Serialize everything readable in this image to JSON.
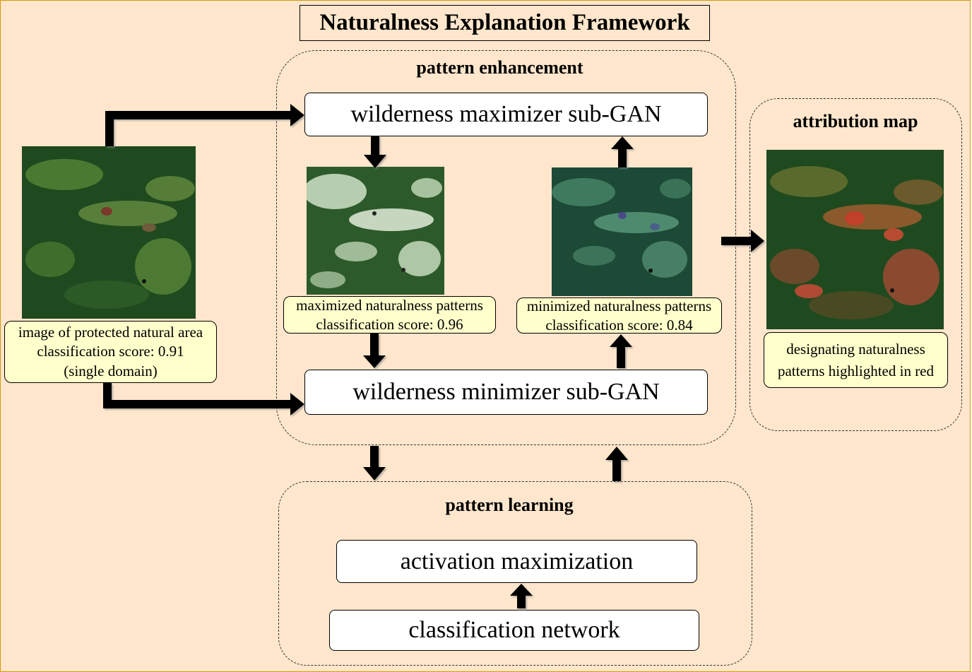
{
  "title": "Naturalness Explanation Framework",
  "pattern_enhancement": {
    "label": "pattern enhancement",
    "maximizer": "wilderness maximizer sub-GAN",
    "minimizer": "wilderness minimizer sub-GAN",
    "maximized_caption": {
      "line1": "maximized naturalness patterns",
      "line2": "classification score: 0.96"
    },
    "minimized_caption": {
      "line1": "minimized naturalness patterns",
      "line2": "classification score: 0.84"
    }
  },
  "input": {
    "line1": "image of protected natural area",
    "line2": "classification score: 0.91",
    "line3": "(single domain)"
  },
  "attribution": {
    "label": "attribution map",
    "line1": "designating naturalness",
    "line2": "patterns highlighted in red"
  },
  "pattern_learning": {
    "label": "pattern learning",
    "activation": "activation maximization",
    "classifier": "classification network"
  },
  "colors": {
    "background": "#ffe6cc",
    "note": "#ffffcc",
    "forest": "#1f4a1f"
  }
}
